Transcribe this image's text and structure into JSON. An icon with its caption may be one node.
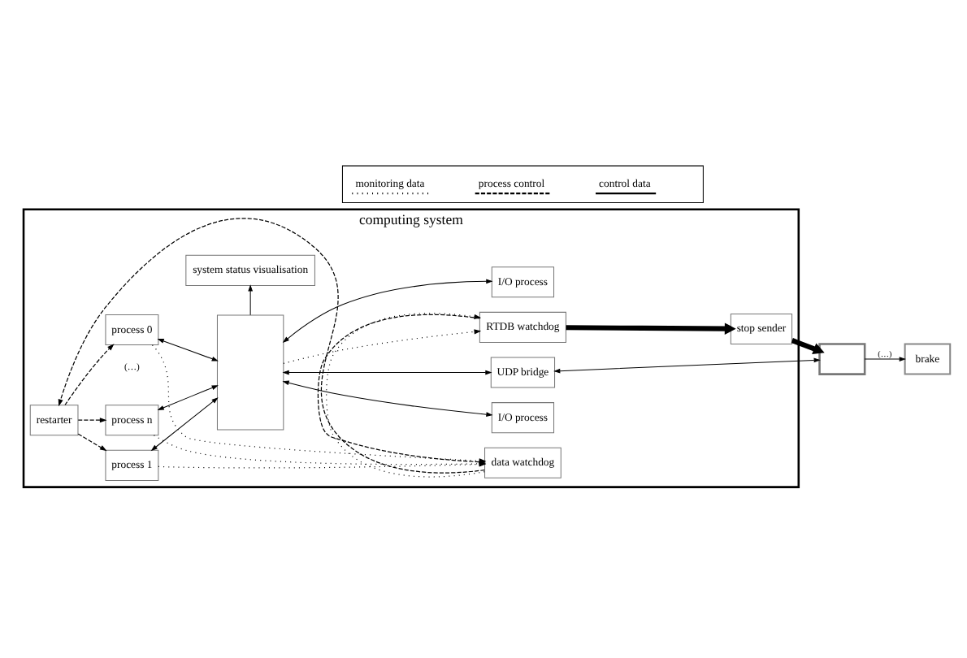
{
  "diagram": {
    "nodes": [
      {
        "text": [
          "computing system"
        ]
      },
      {
        "text": [
          "system status visualisation"
        ],
        "in": 0
      },
      {
        "text": [
          "process 0"
        ],
        "in": 0
      },
      {
        "text": [
          "process 1"
        ],
        "in": 0
      },
      {
        "text": [
          "process n"
        ],
        "in": 0
      },
      {
        "text": [],
        "shape": "box",
        "in": 0
      },
      {
        "text": [
          "I/O process"
        ],
        "in": 0
      },
      {
        "text": [
          "I/O process"
        ],
        "in": 0
      },
      {
        "text": [
          "UDP bridge"
        ],
        "in": 0
      },
      {
        "text": [
          "restarter"
        ],
        "in": 0
      },
      {
        "text": [
          "data watchdog"
        ],
        "in": 0
      },
      {
        "text": [
          "stop sender"
        ],
        "in": 0
      },
      {
        "text": [
          "RTDB watchdog"
        ],
        "in": 0
      },
      {
        "text": [],
        "shape": "box"
      },
      {
        "text": [
          "brake"
        ]
      }
    ],
    "edges": [
      {
        "from": 9,
        "to": 2,
        "arrow": "to",
        "style": "dashed"
      },
      {
        "from": 9,
        "to": 3,
        "arrow": "to",
        "style": "dashed"
      },
      {
        "from": 9,
        "to": 4,
        "arrow": "to",
        "style": "dashed"
      },
      {
        "from": 2,
        "to": 5,
        "arrow": "both"
      },
      {
        "from": 3,
        "to": 5,
        "arrow": "both"
      },
      {
        "from": 4,
        "to": 5,
        "arrow": "both"
      },
      {
        "from": 5,
        "to": 1,
        "arrow": "to"
      },
      {
        "from": 5,
        "to": 6,
        "arrow": "both"
      },
      {
        "from": 5,
        "to": 7,
        "arrow": "both"
      },
      {
        "from": 5,
        "to": 8,
        "arrow": "both"
      },
      {
        "from": 2,
        "to": 10,
        "arrow": "to",
        "style": "dashed"
      },
      {
        "from": 3,
        "to": 10,
        "arrow": "to",
        "style": "dashed"
      },
      {
        "from": 4,
        "to": 10,
        "arrow": "to",
        "style": "dashed"
      },
      {
        "from": 10,
        "to": 9,
        "arrow": "to",
        "style": "dashed"
      },
      {
        "from": 10,
        "to": 12,
        "arrow": "to",
        "style": "dashed"
      },
      {
        "from": 5,
        "to": 12,
        "arrow": "to",
        "style": "dashed"
      },
      {
        "from": 12,
        "to": 10,
        "arrow": "to",
        "style": "dashed"
      },
      {
        "from": 12,
        "to": 11,
        "arrow": "to",
        "style": "thick"
      },
      {
        "from": 8,
        "to": 13,
        "arrow": "both"
      },
      {
        "from": 11,
        "to": 13,
        "arrow": "to",
        "style": "thick"
      },
      {
        "from": 13,
        "to": 14,
        "arrow": "to",
        "label": "(…)"
      }
    ],
    "labels": [
      "(…)"
    ],
    "legend": [
      {
        "text": "monitoring data"
      },
      {
        "text": "process control"
      },
      {
        "text": "control data"
      }
    ]
  }
}
